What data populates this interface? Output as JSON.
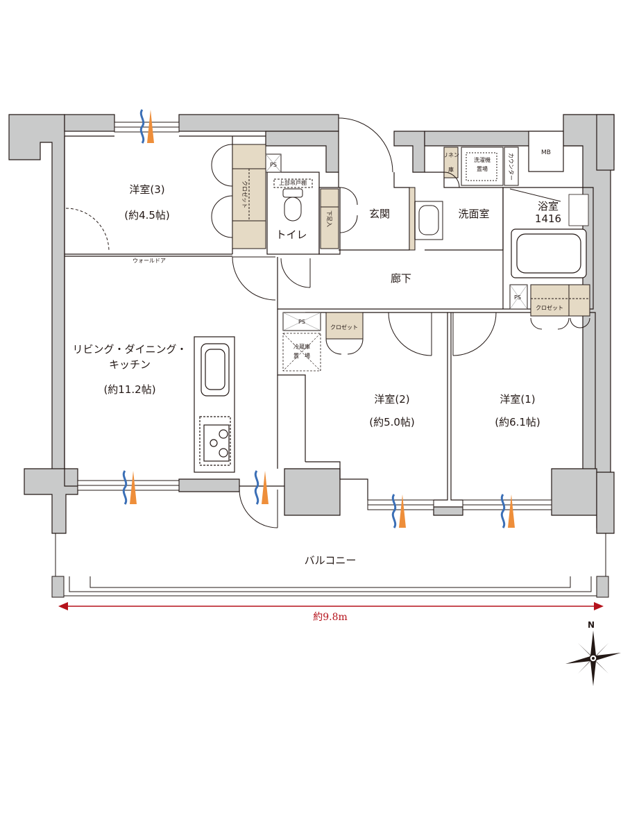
{
  "rooms": {
    "western3": {
      "name": "洋室(3)",
      "area": "(約4.5帖)"
    },
    "ldk": {
      "name_line1": "リビング・ダイニング・",
      "name_line2": "キッチン",
      "area": "(約11.2帖)"
    },
    "western2": {
      "name": "洋室(2)",
      "area": "(約5.0帖)"
    },
    "western1": {
      "name": "洋室(1)",
      "area": "(約6.1帖)"
    },
    "toilet": {
      "name": "トイレ"
    },
    "entrance": {
      "name": "玄関"
    },
    "washroom": {
      "name": "洗面室"
    },
    "bathroom": {
      "name": "浴室",
      "size": "1416"
    },
    "hallway": {
      "name": "廊下"
    },
    "balcony": {
      "name": "バルコニー"
    }
  },
  "fixtures": {
    "mb": "MB",
    "ps_top": "PS",
    "ps_middle": "PS",
    "ps_right": "PS",
    "closet_w3": "クロゼット",
    "closet_w2": "クロゼット",
    "closet_w1": "クロゼット",
    "wall_door": "ウォールドア",
    "upper_cabinet": "上部吊戸棚",
    "shoe_box": "下足入",
    "linen_line1": "リネン",
    "linen_line2": "庫",
    "washer_line1": "洗濯機",
    "washer_line2": "置場",
    "counter": "カウンター",
    "fridge_line1": "冷蔵庫",
    "fridge_line2": "置　場"
  },
  "dimension": {
    "width_label": "約9.8m"
  },
  "compass": {
    "north_label": "N"
  },
  "colors": {
    "wall": "#c9caca",
    "storage": "#e5dac5",
    "dimension_line": "#b5121b",
    "airflow_blue": "#3b6fb6",
    "airflow_orange": "#ee8e3a"
  }
}
